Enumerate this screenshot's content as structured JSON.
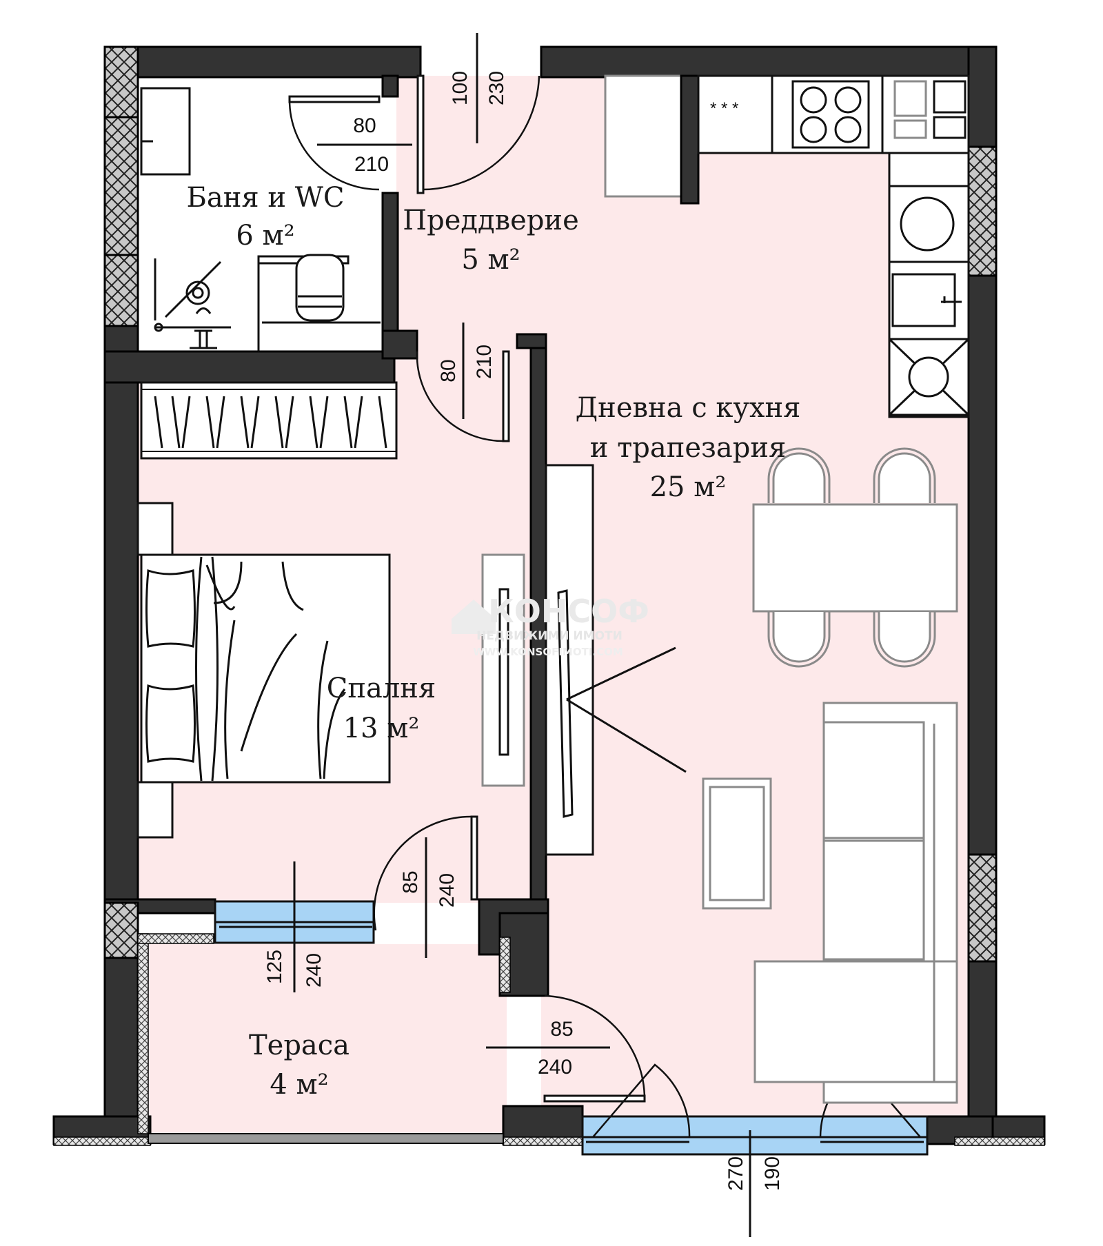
{
  "rooms": {
    "bathroom": {
      "name": "Баня и WC",
      "area": "6 м²"
    },
    "entrance": {
      "name": "Преддверие",
      "area": "5 м²"
    },
    "living": {
      "name_line1": "Дневна с кухня",
      "name_line2": "и трапезария",
      "area": "25 м²"
    },
    "bedroom": {
      "name": "Спалня",
      "area": "13 м²"
    },
    "terrace": {
      "name": "Тераса",
      "area": "4 м²"
    }
  },
  "dimensions": {
    "entrance_door": {
      "width": "100",
      "height": "230"
    },
    "bathroom_door": {
      "width": "80",
      "height": "210"
    },
    "bedroom_door": {
      "width": "80",
      "height": "210"
    },
    "terrace_bedroom_door": {
      "width": "85",
      "height": "240"
    },
    "bedroom_window": {
      "width": "125",
      "height": "240"
    },
    "terrace_living_door": {
      "width": "85",
      "height": "240"
    },
    "living_window": {
      "width": "270",
      "height": "190"
    }
  },
  "watermark": {
    "brand": "КОНСОФ",
    "tagline": "НЕДВИЖИМИ ИМОТИ",
    "url": "WWW.KONSOFIMOTI.COM"
  },
  "colors": {
    "floor": "#fde9ea",
    "wall": "#333333",
    "glass": "#a8d4f5"
  }
}
